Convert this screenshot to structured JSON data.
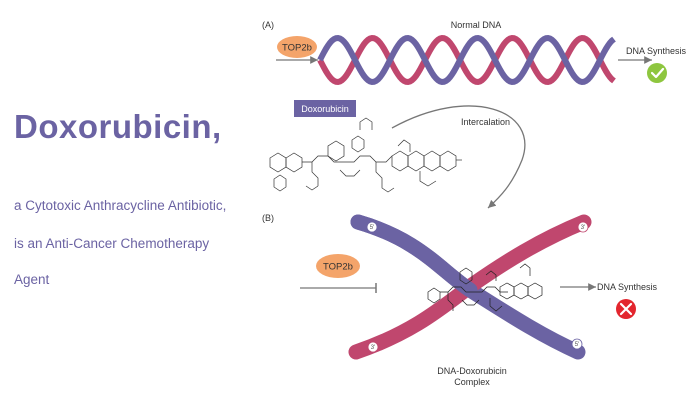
{
  "title": "Doxorubicin,",
  "subtitle_lines": [
    "a Cytotoxic Anthracycline Antibiotic,",
    "is an Anti-Cancer Chemotherapy",
    "Agent"
  ],
  "panel_a": {
    "label": "(A)",
    "dna_label": "Normal DNA",
    "enzyme": "TOP2b",
    "outcome": "DNA Synthesis",
    "outcome_status": "check"
  },
  "drug": {
    "name": "Doxorubicin",
    "action": "Intercalation"
  },
  "panel_b": {
    "label": "(B)",
    "enzyme": "TOP2b",
    "outcome": "DNA Synthesis",
    "outcome_status": "blocked",
    "complex_label_line1": "DNA-Doxorubicin",
    "complex_label_line2": "Complex",
    "strand_end_tl": "5'",
    "strand_end_tr": "3'",
    "strand_end_bl": "3'",
    "strand_end_br": "5'"
  },
  "colors": {
    "purple": "#6b63a3",
    "pink": "#c0476e",
    "orange": "#f4a46a",
    "green": "#8ec63f",
    "red": "#e3262e",
    "arrow_gray": "#777777"
  },
  "icons": [
    "check-icon",
    "x-icon",
    "molecule-structure"
  ]
}
